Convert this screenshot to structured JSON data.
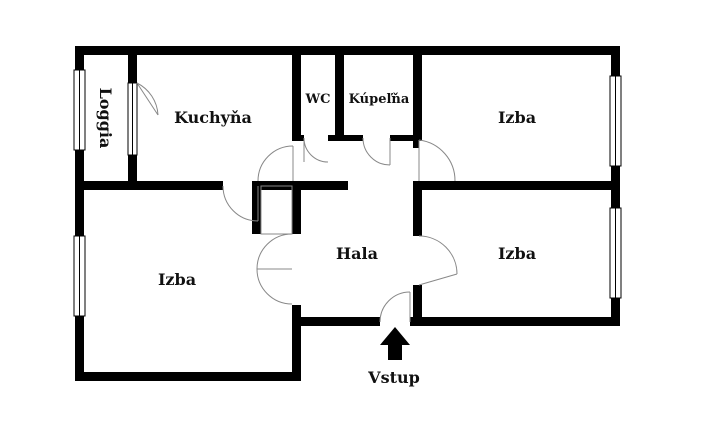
{
  "plan": {
    "rooms": {
      "loggia": "Loggia",
      "kitchen": "Kuchyňa",
      "wc": "WC",
      "bathroom": "Kúpeľňa",
      "room_top_right": "Izba",
      "room_left": "Izba",
      "hall": "Hala",
      "room_bottom_right": "Izba"
    },
    "entrance": "Vstup",
    "colors": {
      "wall": "#000000",
      "background": "#ffffff",
      "door_swing": "#888888"
    },
    "icons": {
      "entrance_arrow": "up-arrow-icon"
    }
  }
}
